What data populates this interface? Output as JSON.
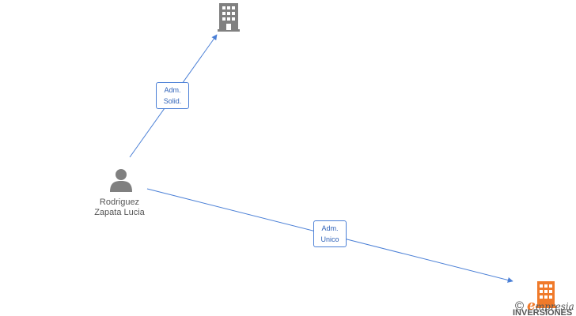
{
  "nodes": {
    "person": {
      "name_line1": "Rodriguez",
      "name_line2": "Zapata Lucia",
      "icon": "person-icon",
      "color": "#808080"
    },
    "company_top": {
      "icon": "building-icon",
      "color": "#808080"
    },
    "company_bottom": {
      "name": "INVERSIONES",
      "icon": "building-icon",
      "color": "#f07a2a"
    }
  },
  "edges": [
    {
      "label_line1": "Adm.",
      "label_line2": "Solid."
    },
    {
      "label_line1": "Adm.",
      "label_line2": "Unico"
    }
  ],
  "watermark": {
    "copyright": "©",
    "brand_initial": "e",
    "brand_rest": "mpresia"
  },
  "colors": {
    "edge": "#4a7fd6",
    "label_text": "#2f62b8"
  }
}
